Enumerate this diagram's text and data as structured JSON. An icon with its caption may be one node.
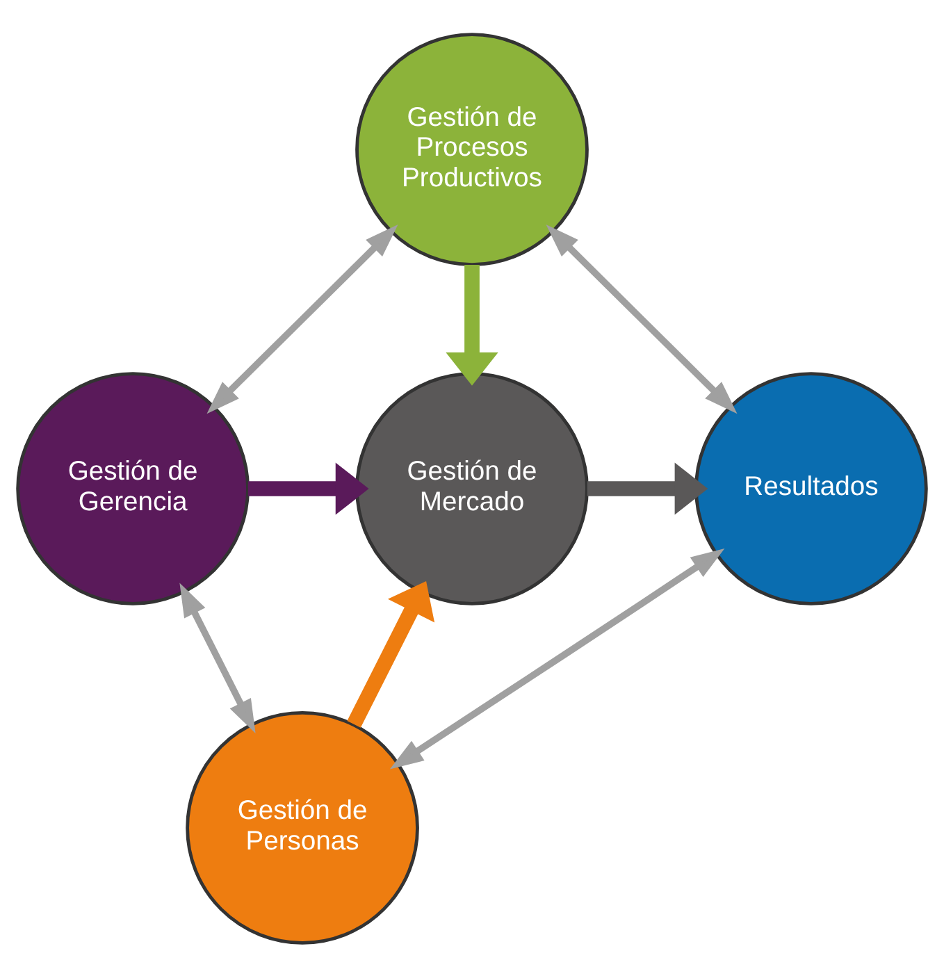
{
  "diagram": {
    "nodes": [
      {
        "text": [
          "Gestión de Procesos Productivos"
        ]
      },
      {
        "text": [
          "Gestión de Gerencia"
        ]
      },
      {
        "text": [
          "Gestión de Mercado"
        ]
      },
      {
        "text": [
          "Resultados"
        ]
      },
      {
        "text": [
          "Gestión de Personas"
        ]
      }
    ],
    "edges": [
      {
        "from": 0,
        "to": 1,
        "arrow": "both"
      },
      {
        "from": 0,
        "to": 3,
        "arrow": "both"
      },
      {
        "from": 0,
        "to": 2,
        "arrow": "to",
        "style": "thick",
        "color": "#8cb33a"
      },
      {
        "from": 1,
        "to": 2,
        "arrow": "to",
        "style": "thick",
        "color": "#5a1a5a"
      },
      {
        "from": 2,
        "to": 3,
        "arrow": "to",
        "style": "thick",
        "color": "#5a5858"
      },
      {
        "from": 4,
        "to": 2,
        "arrow": "to",
        "style": "thick",
        "color": "#ee7d10"
      },
      {
        "from": 1,
        "to": 4,
        "arrow": "both"
      },
      {
        "from": 3,
        "to": 4,
        "arrow": "both"
      }
    ]
  }
}
